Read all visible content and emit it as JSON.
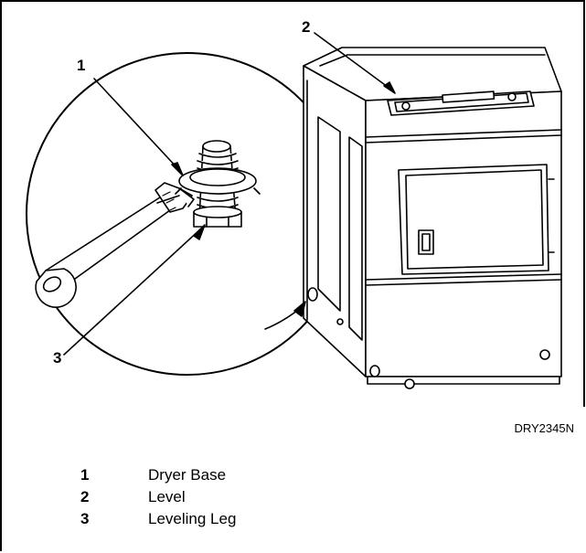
{
  "callouts": [
    {
      "num": "1"
    },
    {
      "num": "2"
    },
    {
      "num": "3"
    }
  ],
  "figure_id": "DRY2345N",
  "legend": [
    {
      "num": "1",
      "label": "Dryer Base"
    },
    {
      "num": "2",
      "label": "Level"
    },
    {
      "num": "3",
      "label": "Leveling Leg"
    }
  ]
}
